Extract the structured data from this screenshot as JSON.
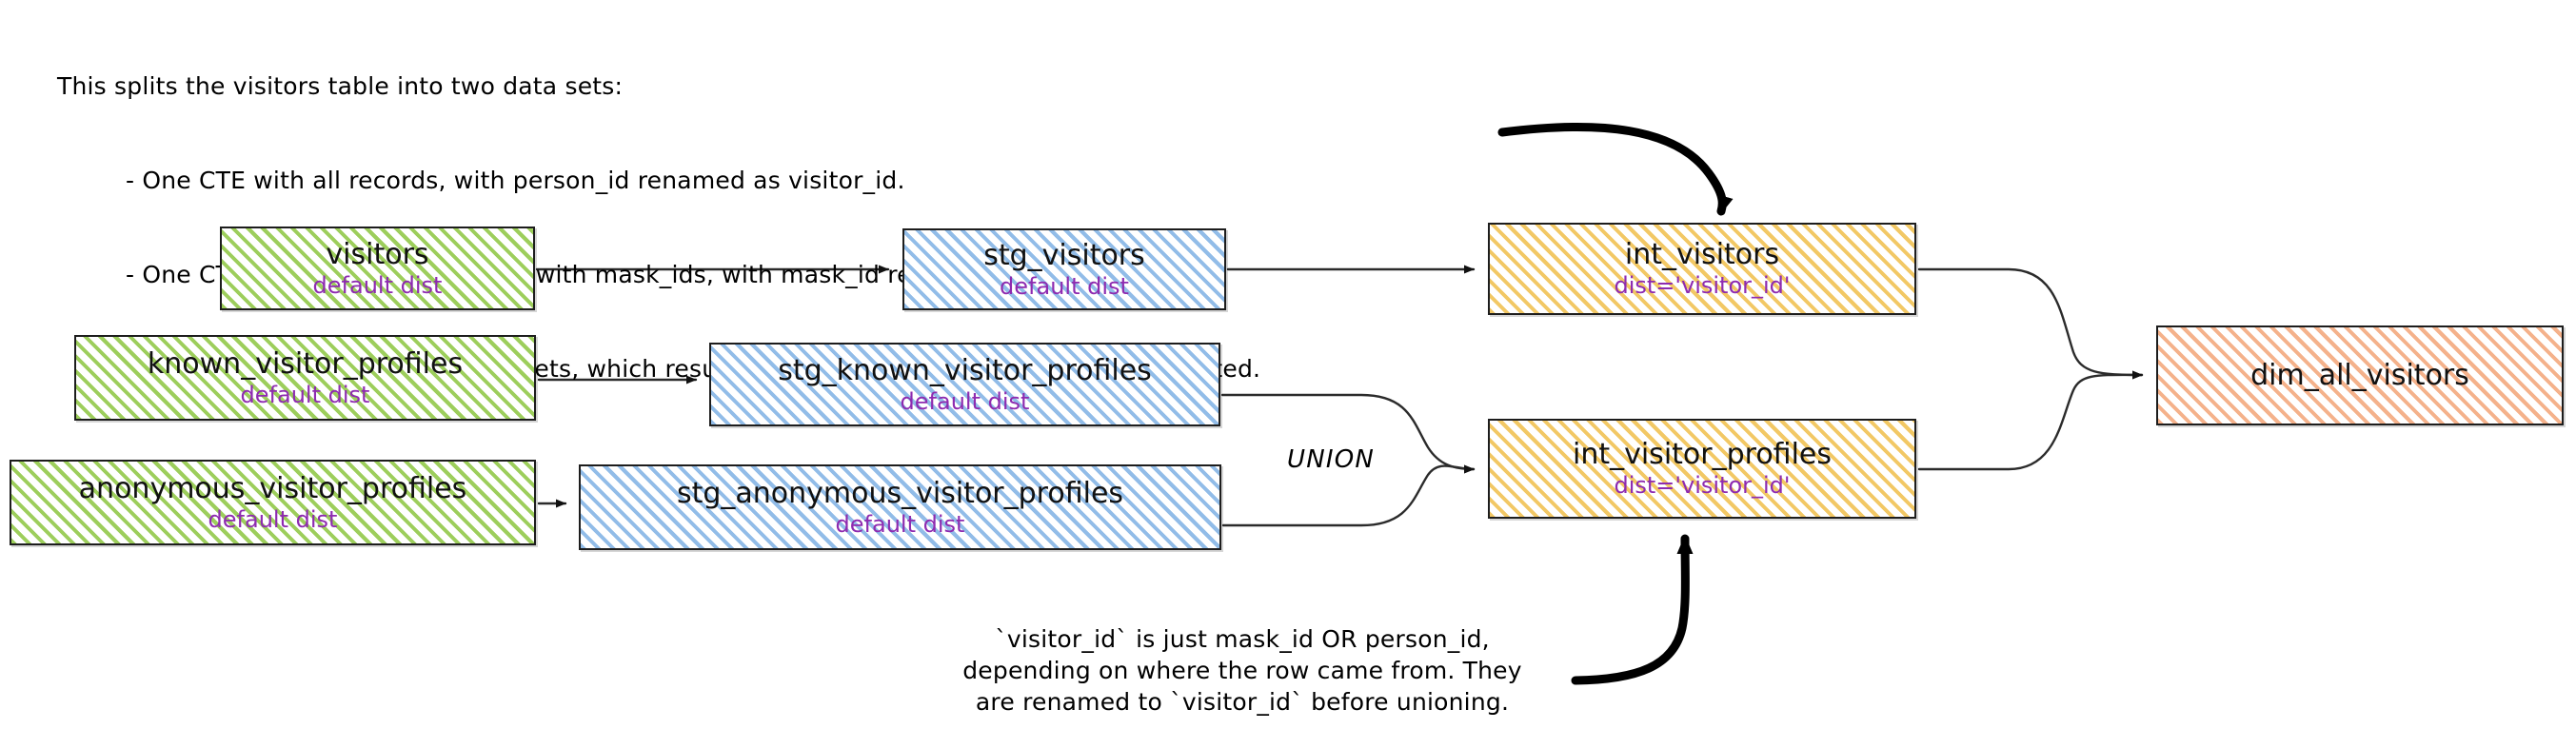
{
  "note_top": {
    "lines": [
      "This splits the visitors table into two data sets:",
      "- One CTE with all records, with person_id renamed as visitor_id.",
      "- One CTE filtered to only records with mask_ids, with mask_id renamed as visitor_id",
      "- One CTE to union the two data sets, which results in a grain of one row per profile collected."
    ]
  },
  "note_bottom": {
    "lines": [
      "`visitor_id` is just mask_id OR person_id,",
      "depending on where the row came from. They",
      "are renamed to `visitor_id` before unioning."
    ]
  },
  "union_label": "UNION",
  "nodes": {
    "visitors": {
      "title": "visitors",
      "sub": "default dist"
    },
    "known_visitor_profiles": {
      "title": "known_visitor_profiles",
      "sub": "default dist"
    },
    "anonymous_visitor_profiles": {
      "title": "anonymous_visitor_profiles",
      "sub": "default dist"
    },
    "stg_visitors": {
      "title": "stg_visitors",
      "sub": "default dist"
    },
    "stg_known_visitor_profiles": {
      "title": "stg_known_visitor_profiles",
      "sub": "default dist"
    },
    "stg_anonymous_visitor_profiles": {
      "title": "stg_anonymous_visitor_profiles",
      "sub": "default dist"
    },
    "int_visitors": {
      "title": "int_visitors",
      "sub": "dist='visitor_id'"
    },
    "int_visitor_profiles": {
      "title": "int_visitor_profiles",
      "sub": "dist='visitor_id'"
    },
    "dim_all_visitors": {
      "title": "dim_all_visitors",
      "sub": ""
    }
  },
  "colors": {
    "source_green": "#8cc63f",
    "staging_blue": "#76ace2",
    "intermediate_yellow": "#f0be4a",
    "mart_orange": "#f29e6e",
    "dist_text_purple": "#8e2bb0",
    "stroke": "#1d1d1d",
    "background": "#ffffff"
  }
}
